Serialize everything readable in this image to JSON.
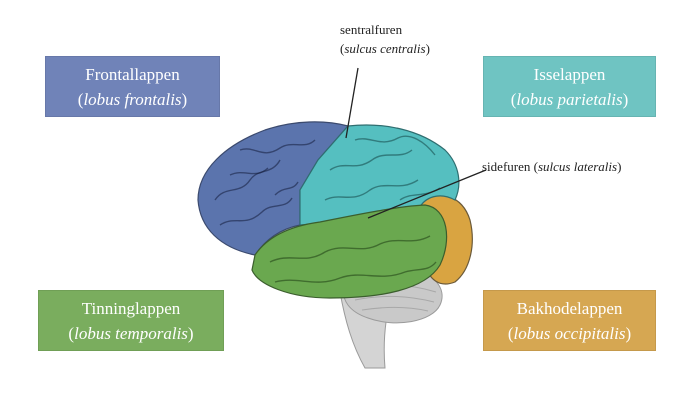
{
  "labels": {
    "frontal": {
      "name": "Frontallappen",
      "latin": "lobus frontalis",
      "color": "#7083b8"
    },
    "parietal": {
      "name": "Isselappen",
      "latin": "lobus parietalis",
      "color": "#6fc4c2"
    },
    "temporal": {
      "name": "Tinninglappen",
      "latin": "lobus temporalis",
      "color": "#7aad5e"
    },
    "occipital": {
      "name": "Bakhodelappen",
      "latin": "lobus occipitalis",
      "color": "#d6a752"
    }
  },
  "annotations": {
    "central": {
      "name": "sentralfuren",
      "latin": "sulcus centralis"
    },
    "lateral": {
      "name": "sidefuren",
      "latin": "sulcus lateralis"
    }
  },
  "brain_colors": {
    "frontal": "#5b74ad",
    "parietal": "#55bfc0",
    "temporal": "#6aa84f",
    "occipital": "#d9a441",
    "cerebellum": "#c9c9c9",
    "brainstem": "#d4d4d4"
  }
}
